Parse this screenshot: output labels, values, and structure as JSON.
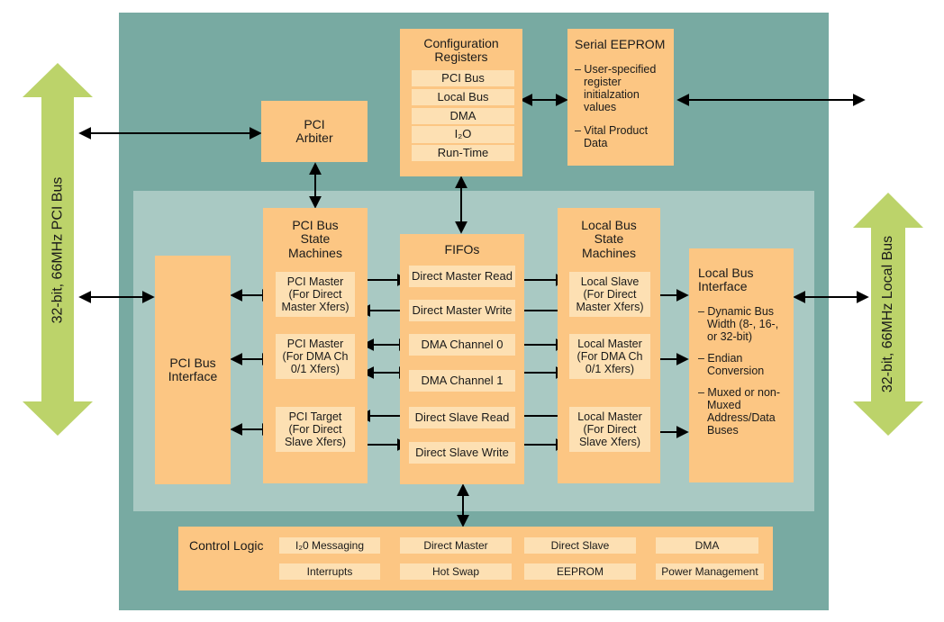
{
  "bus_labels": {
    "pci_bus": "32-bit, 66MHz PCI Bus",
    "local_bus": "32-bit, 66MHz Local Bus"
  },
  "config_registers": {
    "title": "Configuration Registers",
    "items": [
      "PCI Bus",
      "Local Bus",
      "DMA",
      "I₂O",
      "Run-Time"
    ]
  },
  "serial_eeprom": {
    "title": "Serial EEPROM",
    "bullets": [
      "– User-specified register initialzation values",
      "– Vital Product Data"
    ]
  },
  "pci_arbiter": {
    "title": "PCI Arbiter"
  },
  "pci_bus_interface": {
    "title": "PCI Bus Interface"
  },
  "pci_state_machines": {
    "title": "PCI Bus State Machines",
    "items": [
      "PCI Master (For Direct Master Xfers)",
      "PCI Master (For DMA Ch 0/1 Xfers)",
      "PCI Target (For Direct Slave Xfers)"
    ]
  },
  "fifos": {
    "title": "FIFOs",
    "items": [
      "Direct Master Read",
      "Direct Master Write",
      "DMA Channel 0",
      "DMA Channel 1",
      "Direct Slave Read",
      "Direct Slave Write"
    ]
  },
  "local_state_machines": {
    "title": "Local Bus State Machines",
    "items": [
      "Local Slave (For Direct Master Xfers)",
      "Local Master (For DMA Ch 0/1 Xfers)",
      "Local Master (For Direct Slave Xfers)"
    ]
  },
  "local_bus_interface": {
    "title": "Local Bus Interface",
    "bullets": [
      "– Dynamic Bus Width (8-, 16-, or 32-bit)",
      "– Endian Conversion",
      "– Muxed or non-Muxed Address/Data Buses"
    ]
  },
  "control_logic": {
    "title": "Control Logic",
    "items": [
      "I₂0 Messaging",
      "Direct Master",
      "Direct Slave",
      "DMA",
      "Interrupts",
      "Hot Swap",
      "EEPROM",
      "Power Management"
    ]
  },
  "colors": {
    "outer_bg": "#78aaa2",
    "inner_bg": "#a9c9c3",
    "block": "#fcc683",
    "cell": "#fde0b3",
    "bus_arrow": "#bcd36a"
  }
}
